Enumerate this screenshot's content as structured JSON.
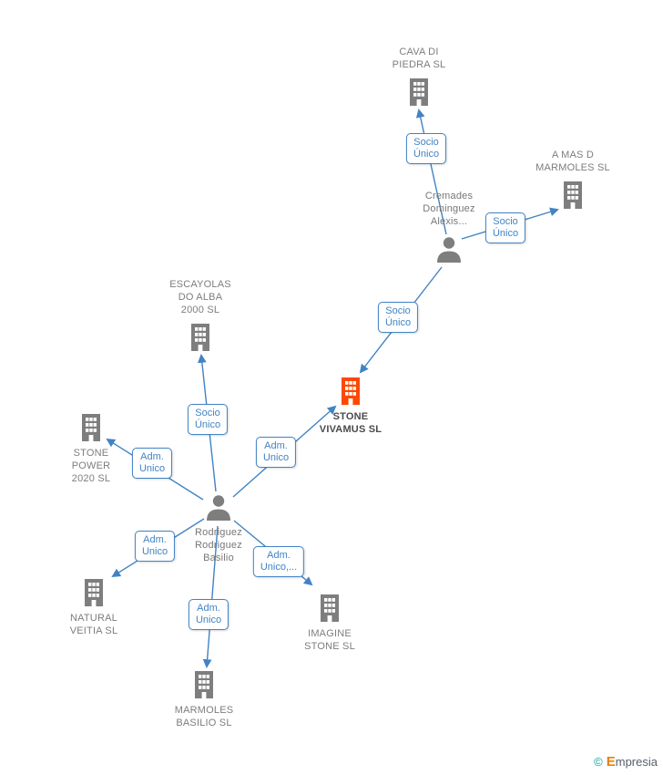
{
  "colors": {
    "node_gray": "#7e7e7e",
    "label_gray": "#7d7d7d",
    "highlight_orange": "#ff4800",
    "highlight_text": "#4a4a4a",
    "edge_blue": "#4183c4"
  },
  "nodes": {
    "cava": {
      "type": "company",
      "label": "CAVA DI\nPIEDRA SL"
    },
    "amas": {
      "type": "company",
      "label": "A MAS D\nMARMOLES SL"
    },
    "escayolas": {
      "type": "company",
      "label": "ESCAYOLAS\nDO ALBA\n2000 SL"
    },
    "vivamus": {
      "type": "company",
      "highlighted": true,
      "label": "STONE\nVIVAMUS SL"
    },
    "power": {
      "type": "company",
      "label": "STONE\nPOWER\n2020 SL"
    },
    "natural": {
      "type": "company",
      "label": "NATURAL\nVEITIA SL"
    },
    "imagine": {
      "type": "company",
      "label": "IMAGINE\nSTONE SL"
    },
    "marmoles": {
      "type": "company",
      "label": "MARMOLES\nBASILIO SL"
    },
    "cremades": {
      "type": "person",
      "label": "Cremades\nDominguez\nAlexis..."
    },
    "rodriguez": {
      "type": "person",
      "label": "Rodriguez\nRodriguez\nBasilio"
    }
  },
  "edges": {
    "cremades_cava": {
      "label": "Socio\nÚnico"
    },
    "cremades_amas": {
      "label": "Socio\nÚnico"
    },
    "cremades_vivamus": {
      "label": "Socio\nÚnico"
    },
    "rodriguez_escayolas": {
      "label": "Socio\nÚnico"
    },
    "rodriguez_vivamus": {
      "label": "Adm.\nUnico"
    },
    "rodriguez_power": {
      "label": "Adm.\nUnico"
    },
    "rodriguez_natural": {
      "label": "Adm.\nUnico"
    },
    "rodriguez_imagine": {
      "label": "Adm.\nUnico,..."
    },
    "rodriguez_marmoles": {
      "label": "Adm.\nUnico"
    }
  },
  "footer": {
    "copyright_symbol": "©",
    "brand_initial": "E",
    "brand_rest": "mpresia"
  }
}
